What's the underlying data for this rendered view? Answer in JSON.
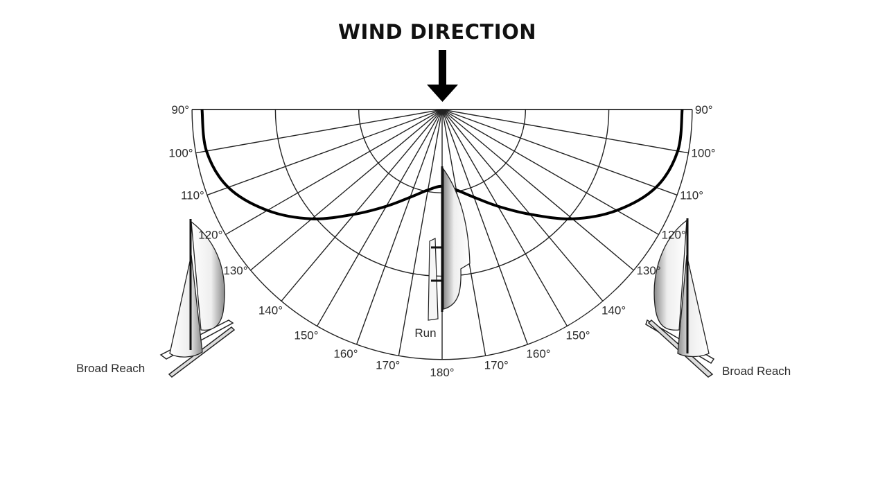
{
  "title": "WIND DIRECTION",
  "icons": {
    "wind_arrow": "arrow-down-icon"
  },
  "polar": {
    "angle_labels_left": [
      "90°",
      "100°",
      "110°",
      "120°",
      "130°",
      "140°",
      "150°",
      "160°",
      "170°"
    ],
    "angle_labels_right": [
      "90°",
      "100°",
      "110°",
      "120°",
      "130°",
      "140°",
      "150°",
      "160°",
      "170°"
    ],
    "bottom_label": "180°",
    "angles_deg": [
      90,
      100,
      110,
      120,
      130,
      140,
      150,
      160,
      170,
      180
    ],
    "rings": [
      1,
      2,
      3
    ],
    "speed_curve": {
      "angles_deg": [
        90,
        100,
        110,
        120,
        130,
        140,
        150,
        160,
        170,
        180
      ],
      "relative_speed_rings": [
        2.88,
        2.87,
        2.73,
        2.42,
        2.04,
        1.64,
        1.34,
        1.12,
        0.98,
        0.92
      ]
    }
  },
  "boats": {
    "left_label": "Broad Reach",
    "center_label": "Run",
    "right_label": "Broad Reach"
  }
}
